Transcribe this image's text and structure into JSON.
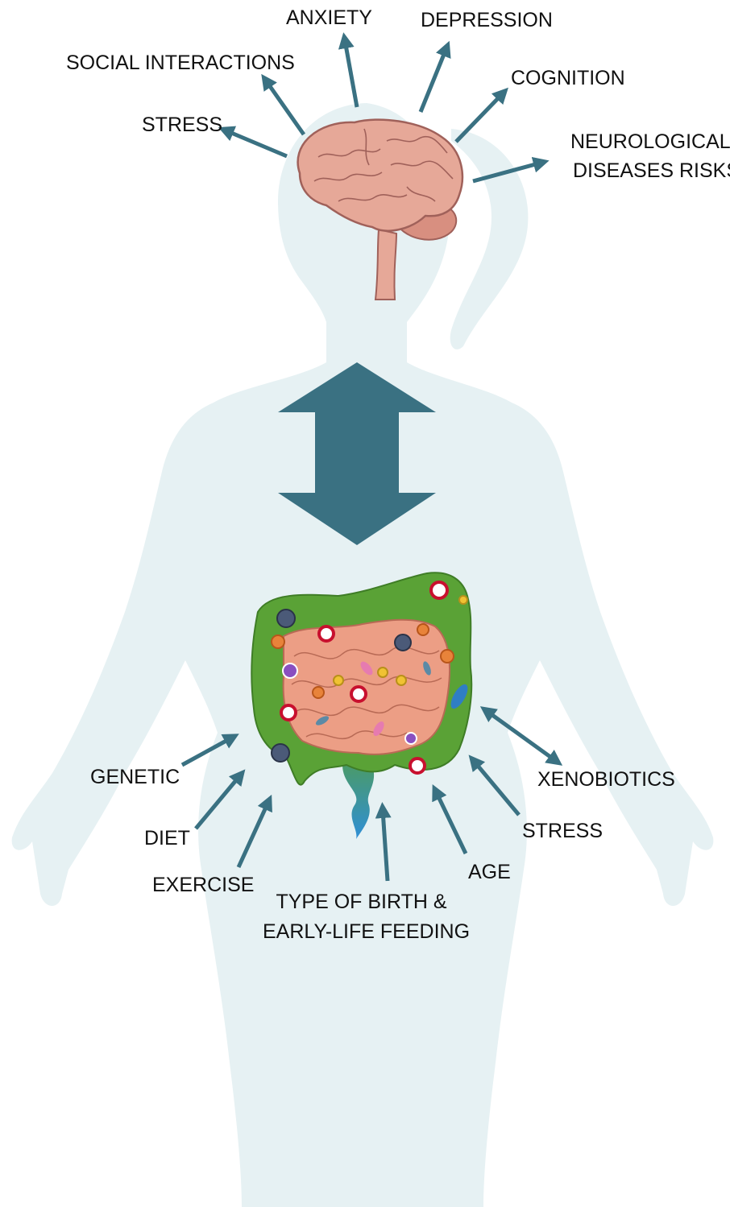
{
  "brain_effects": {
    "stress": "STRESS",
    "social_interactions": "SOCIAL INTERACTIONS",
    "anxiety": "ANXIETY",
    "depression": "DEPRESSION",
    "cognition": "COGNITION",
    "neurological_line1": "NEUROLOGICAL",
    "neurological_line2": "DISEASES RISKS"
  },
  "gut_factors": {
    "genetic": "GENETIC",
    "diet": "DIET",
    "exercise": "EXERCISE",
    "birth_line1": "TYPE OF BIRTH &",
    "birth_line2": "EARLY-LIFE FEEDING",
    "age": "AGE",
    "stress": "STRESS",
    "xenobiotics": "XENOBIOTICS"
  },
  "colors": {
    "arrow": "#3a7182",
    "body_silhouette": "#e6f1f3",
    "brain": "#e6a898",
    "brain_outline": "#a0615a",
    "colon": "#5aa236",
    "small_intestine": "#ec9e85",
    "rectum": "#3f90b0"
  }
}
